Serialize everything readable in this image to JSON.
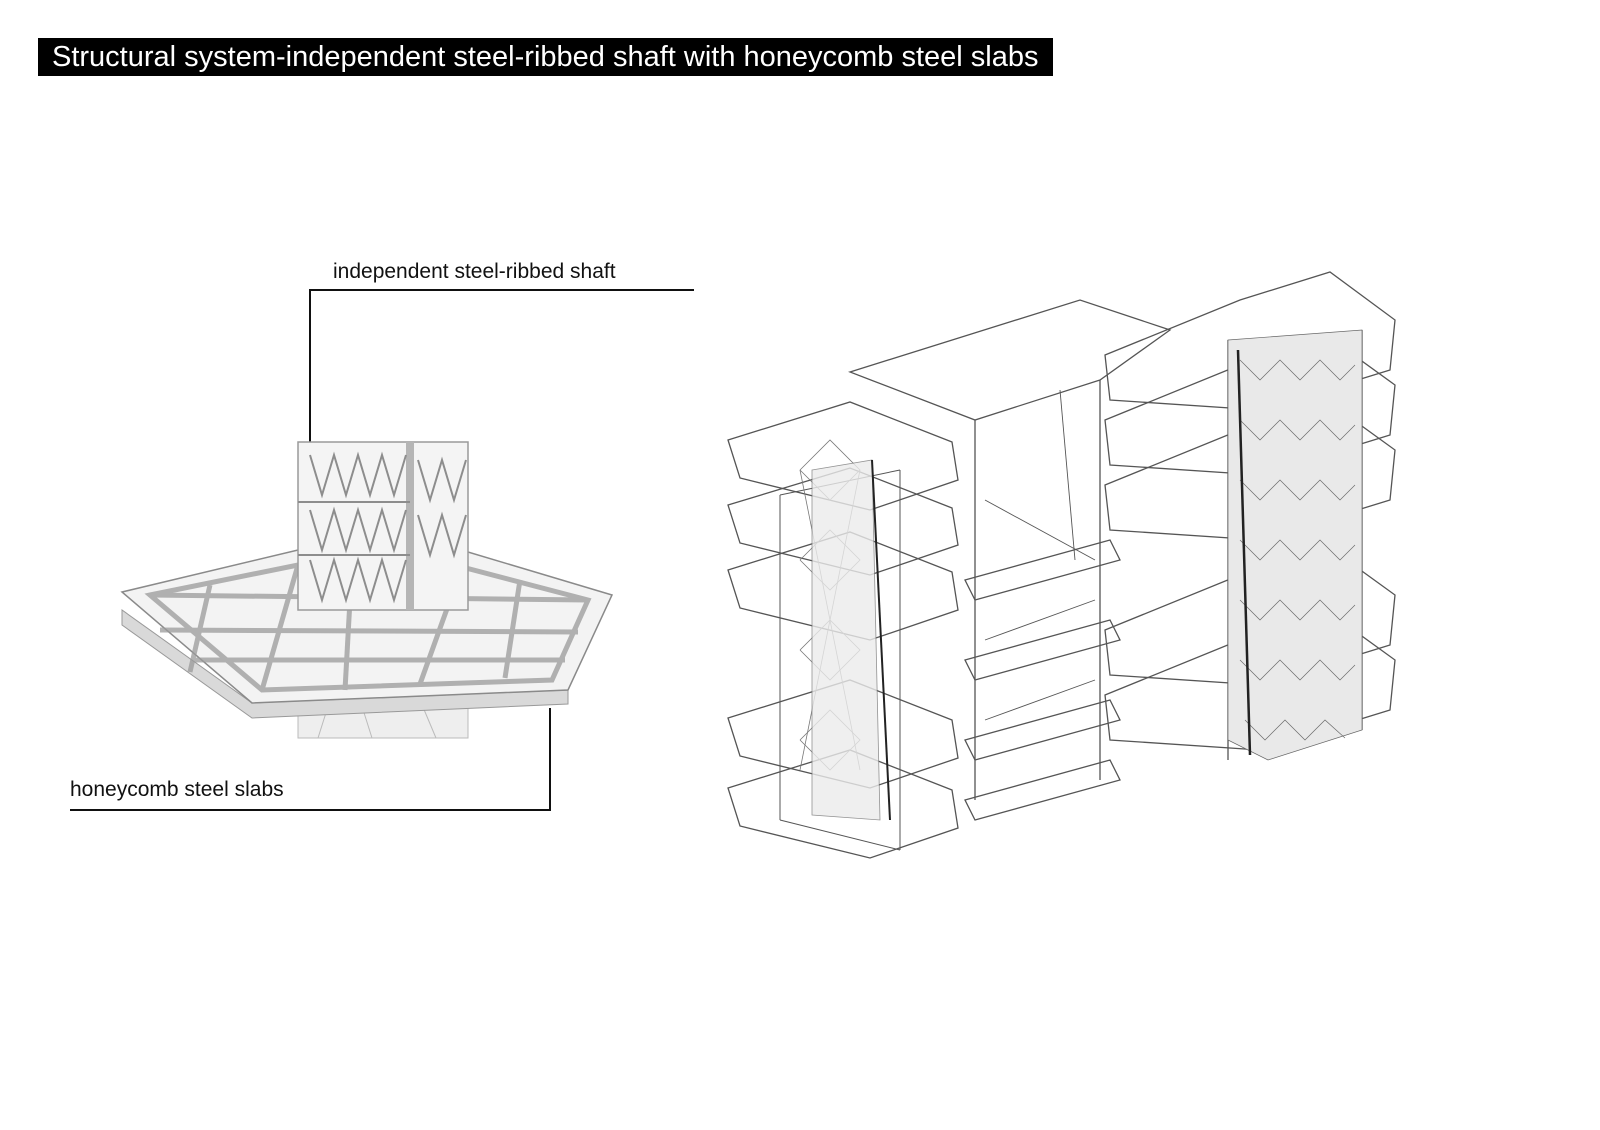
{
  "title": "Structural system-independent steel-ribbed shaft with honeycomb steel slabs",
  "labels": {
    "shaft": "independent steel-ribbed shaft",
    "slabs": "honeycomb steel slabs"
  },
  "colors": {
    "title_bg": "#000000",
    "title_text": "#ffffff",
    "render_fill": "#f1f1f1",
    "render_shadow": "#d8d8d8",
    "line": "#555555",
    "leader": "#111111"
  }
}
